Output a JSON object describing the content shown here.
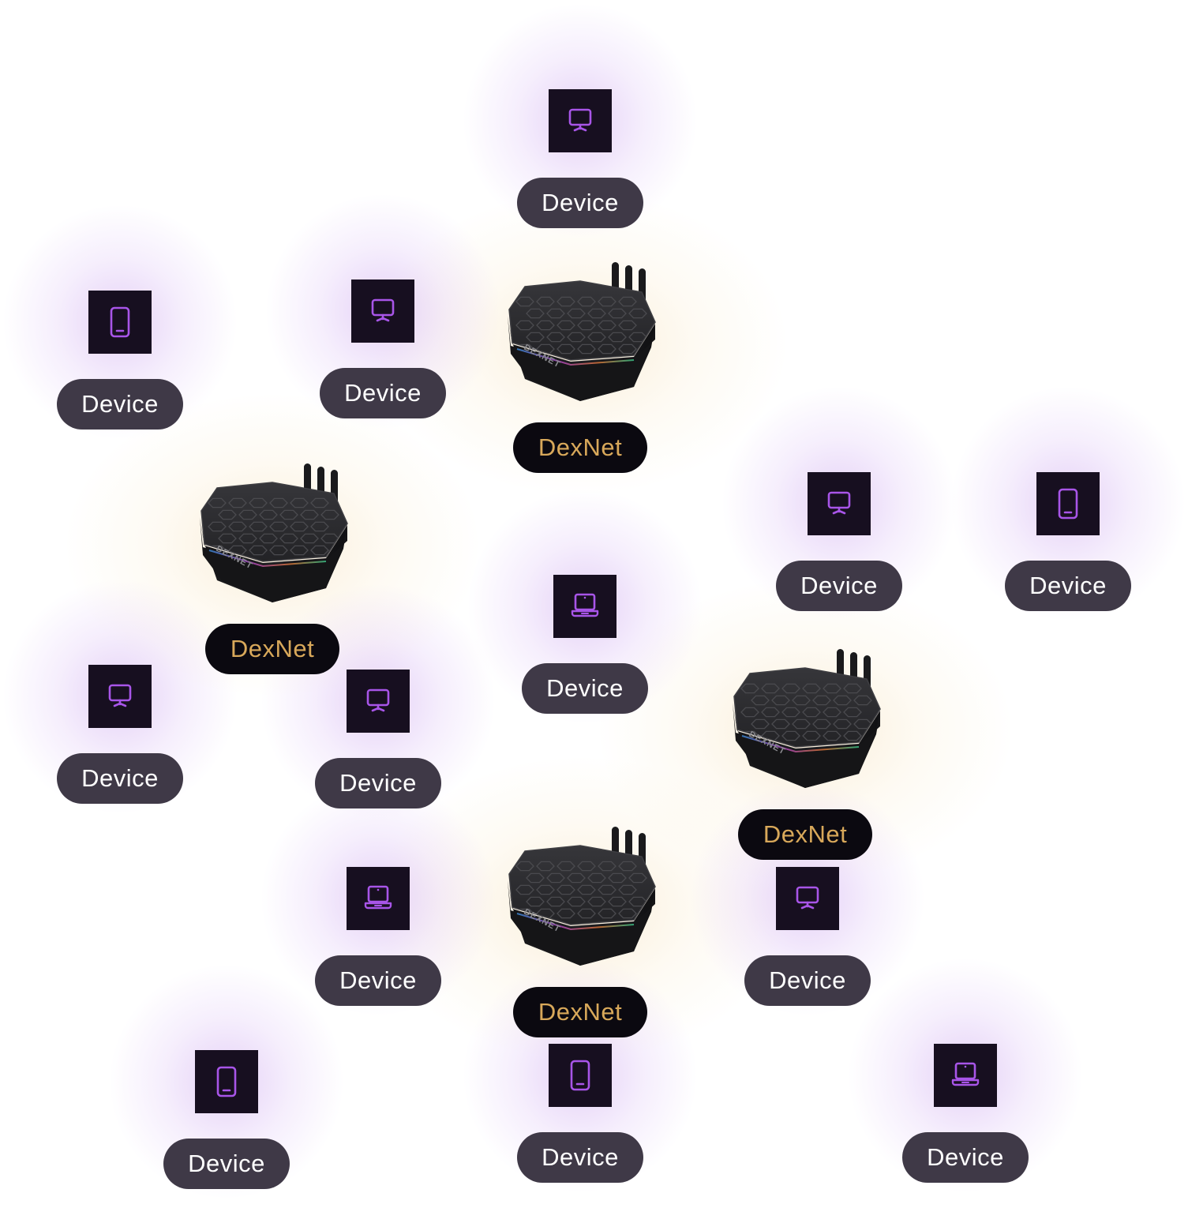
{
  "colors": {
    "device_icon": "#a855e8",
    "device_box": "#170f20",
    "device_pill": "#3f3947",
    "dexnet_pill": "#0b0910",
    "dexnet_text": "#d8a85a"
  },
  "routers": [
    {
      "label": "DexNet",
      "brand_mark": "DEXNET"
    },
    {
      "label": "DexNet",
      "brand_mark": "DEXNET"
    },
    {
      "label": "DexNet",
      "brand_mark": "DEXNET"
    },
    {
      "label": "DexNet",
      "brand_mark": "DEXNET"
    }
  ],
  "devices": [
    {
      "label": "Device",
      "icon": "monitor-icon"
    },
    {
      "label": "Device",
      "icon": "tablet-icon"
    },
    {
      "label": "Device",
      "icon": "monitor-icon"
    },
    {
      "label": "Device",
      "icon": "monitor-icon"
    },
    {
      "label": "Device",
      "icon": "tablet-icon"
    },
    {
      "label": "Device",
      "icon": "laptop-icon"
    },
    {
      "label": "Device",
      "icon": "monitor-icon"
    },
    {
      "label": "Device",
      "icon": "monitor-icon"
    },
    {
      "label": "Device",
      "icon": "laptop-icon"
    },
    {
      "label": "Device",
      "icon": "monitor-icon"
    },
    {
      "label": "Device",
      "icon": "tablet-icon"
    },
    {
      "label": "Device",
      "icon": "tablet-icon"
    },
    {
      "label": "Device",
      "icon": "laptop-icon"
    }
  ]
}
